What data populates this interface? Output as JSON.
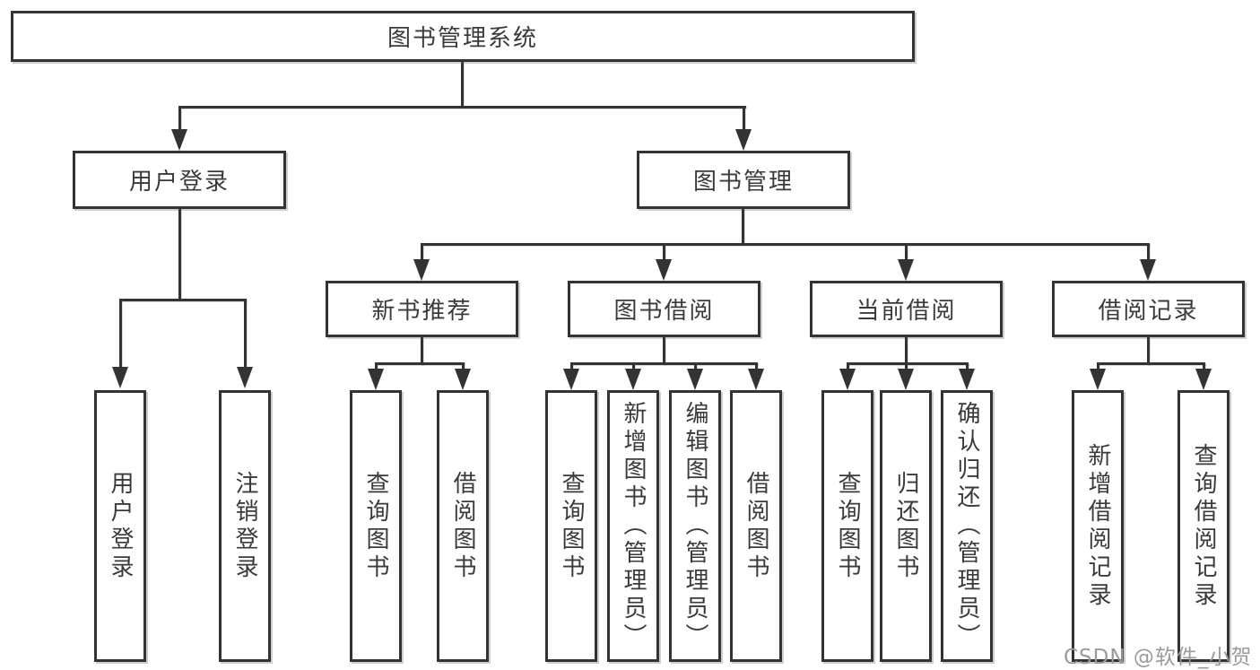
{
  "tree": {
    "root": {
      "label": "图书管理系统",
      "children": [
        {
          "label": "用户登录",
          "children": [
            {
              "label": "用户登录"
            },
            {
              "label": "注销登录"
            }
          ]
        },
        {
          "label": "图书管理",
          "children": [
            {
              "label": "新书推荐",
              "children": [
                {
                  "label": "查询图书"
                },
                {
                  "label": "借阅图书"
                }
              ]
            },
            {
              "label": "图书借阅",
              "children": [
                {
                  "label": "查询图书"
                },
                {
                  "label": "新增图书（管理员）"
                },
                {
                  "label": "编辑图书（管理员）"
                },
                {
                  "label": "借阅图书"
                }
              ]
            },
            {
              "label": "当前借阅",
              "children": [
                {
                  "label": "查询图书"
                },
                {
                  "label": "归还图书"
                },
                {
                  "label": "确认归还（管理员）"
                }
              ]
            },
            {
              "label": "借阅记录",
              "children": [
                {
                  "label": "新增借阅记录"
                },
                {
                  "label": "查询借阅记录"
                }
              ]
            }
          ]
        }
      ]
    }
  },
  "watermark": {
    "text": "CSDN @软件_小贺同学"
  },
  "colors": {
    "line": "#333333",
    "text": "#3a3a3a",
    "watermark": "#9a9a9a",
    "background": "#ffffff"
  }
}
